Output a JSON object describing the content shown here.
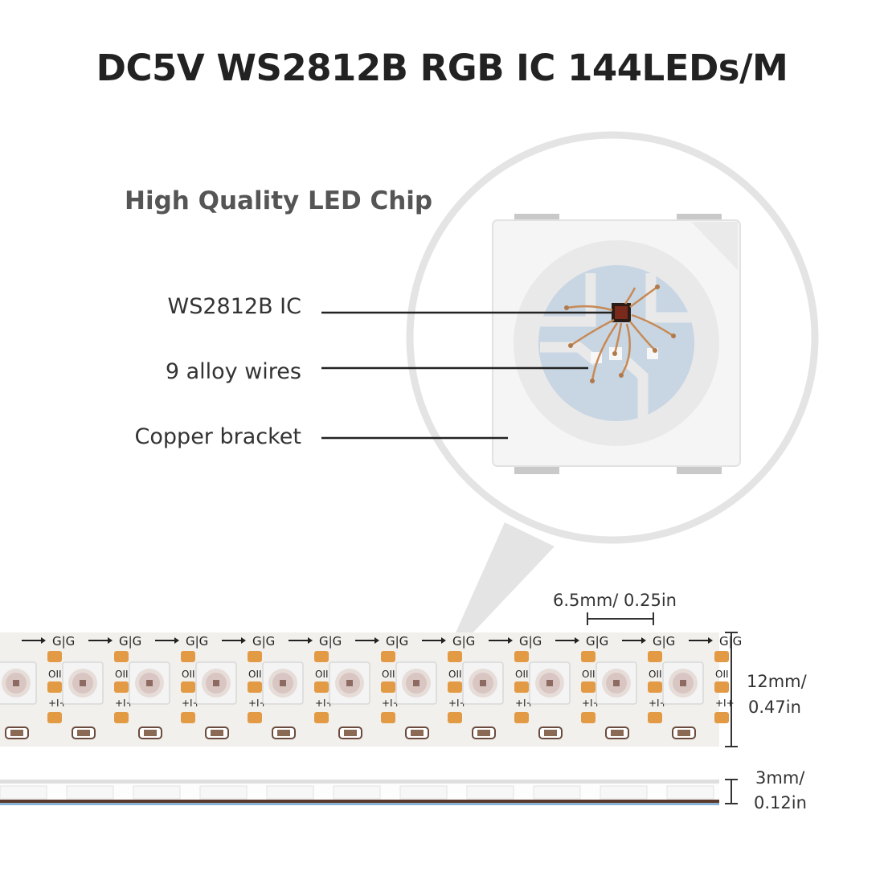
{
  "title": "DC5V WS2812B RGB IC 144LEDs/M",
  "chip": {
    "heading": "High Quality LED Chip",
    "callouts": [
      {
        "label": "WS2812B IC"
      },
      {
        "label": "9 alloy wires"
      },
      {
        "label": "Copper bracket"
      }
    ]
  },
  "dimensions": {
    "pitch": "6.5mm/ 0.25in",
    "width_line1": "12mm/",
    "width_line2": "0.47in",
    "thickness_line1": "3mm/",
    "thickness_line2": "0.12in"
  },
  "strip": {
    "segment_marking": "G|G",
    "polarity_top": "OII",
    "polarity_bottom": "+I+",
    "led_count_visible": 11
  },
  "colors": {
    "pcb": "#f2f0ed",
    "pad": "#e39a45",
    "magnifier": "#e4e4e4",
    "led_body": "#f4f4f4",
    "bracket": "#c9d5e2",
    "text": "#222222"
  }
}
